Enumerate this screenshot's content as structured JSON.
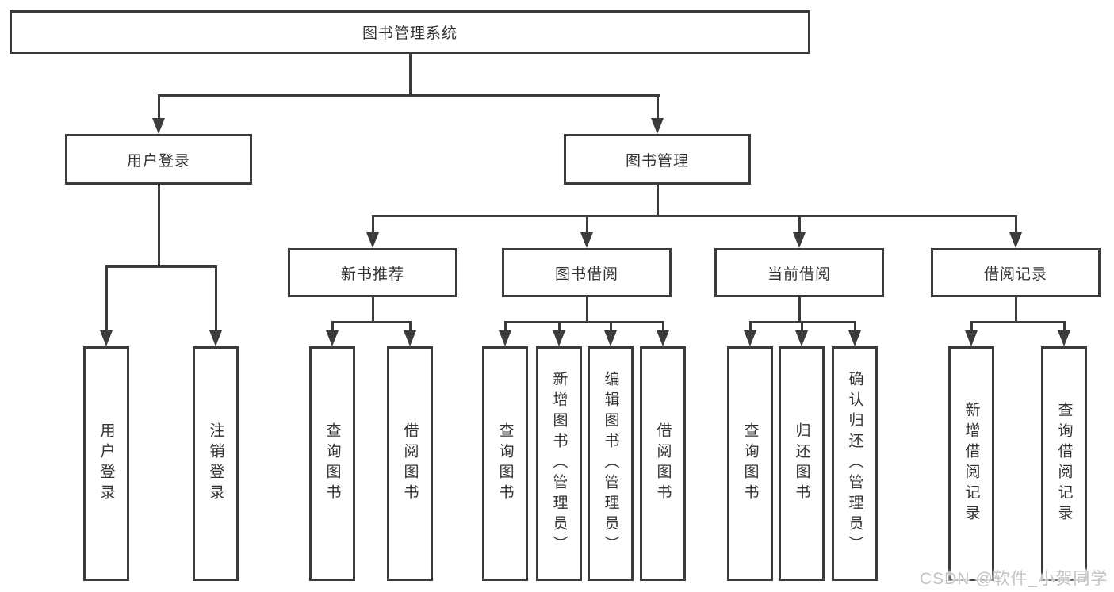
{
  "watermark": "CSDN @软件_小贺同学",
  "colors": {
    "line": "#3b3b3b",
    "text": "#333333",
    "watermark": "#c3c3c3"
  },
  "tree": {
    "root": {
      "label": "图书管理系统"
    },
    "branches": [
      {
        "label": "用户登录",
        "children": [
          {
            "label": "用户登录"
          },
          {
            "label": "注销登录"
          }
        ]
      },
      {
        "label": "图书管理",
        "children": [
          {
            "label": "新书推荐",
            "children": [
              {
                "label": "查询图书"
              },
              {
                "label": "借阅图书"
              }
            ]
          },
          {
            "label": "图书借阅",
            "children": [
              {
                "label": "查询图书"
              },
              {
                "label": "新增图书（管理员）"
              },
              {
                "label": "编辑图书（管理员）"
              },
              {
                "label": "借阅图书"
              }
            ]
          },
          {
            "label": "当前借阅",
            "children": [
              {
                "label": "查询图书"
              },
              {
                "label": "归还图书"
              },
              {
                "label": "确认归还（管理员）"
              }
            ]
          },
          {
            "label": "借阅记录",
            "children": [
              {
                "label": "新增借阅记录"
              },
              {
                "label": "查询借阅记录"
              }
            ]
          }
        ]
      }
    ]
  }
}
